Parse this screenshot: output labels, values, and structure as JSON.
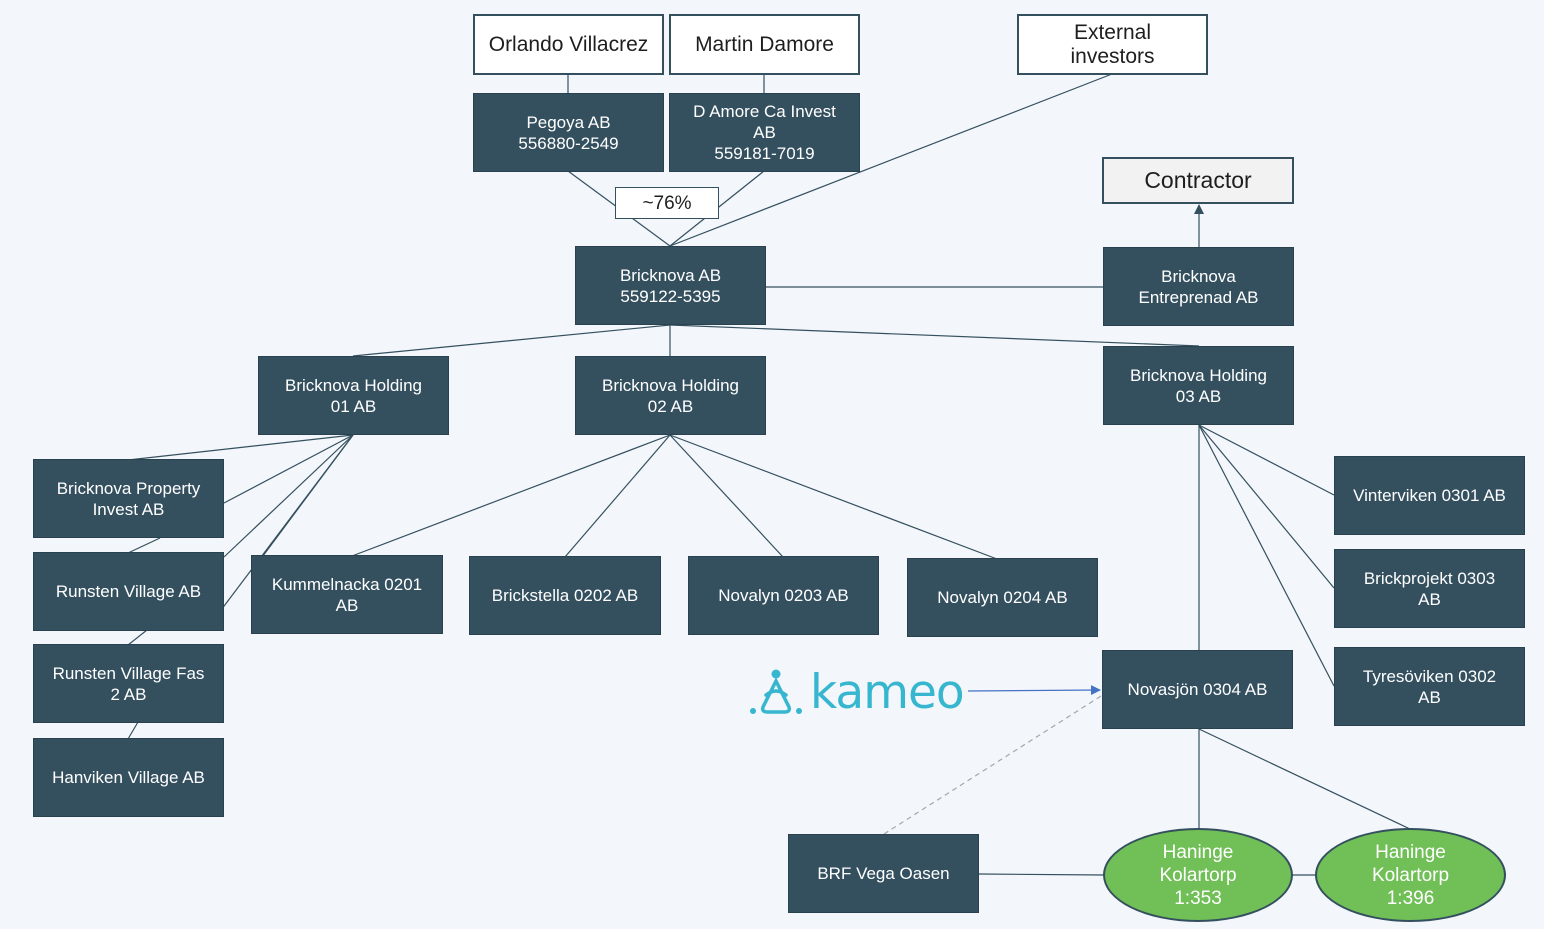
{
  "nodes": {
    "orlando": "Orlando Villacrez",
    "martin": "Martin Damore",
    "external": "External\ninvestors",
    "pegoya": "Pegoya AB\n556880-2549",
    "damore_invest": "D Amore Ca Invest\nAB\n559181-7019",
    "ownership_share": "~76%",
    "contractor": "Contractor",
    "bricknova_ab": "Bricknova AB\n559122-5395",
    "entreprenad": "Bricknova\nEntreprenad AB",
    "holding01": "Bricknova Holding\n01 AB",
    "holding02": "Bricknova Holding\n02 AB",
    "holding03": "Bricknova Holding\n03 AB",
    "property_invest": "Bricknova Property\nInvest AB",
    "runsten": "Runsten Village AB",
    "runsten_fas2": "Runsten Village Fas\n2 AB",
    "hanviken": "Hanviken Village AB",
    "kummelnacka": "Kummelnacka 0201\nAB",
    "brickstella": "Brickstella 0202 AB",
    "novalyn0203": "Novalyn 0203 AB",
    "novalyn0204": "Novalyn 0204 AB",
    "vinterviken": "Vinterviken 0301 AB",
    "brickprojekt": "Brickprojekt 0303\nAB",
    "tyresoviken": "Tyresöviken 0302\nAB",
    "novasjon": "Novasjön 0304 AB",
    "brf": "BRF Vega Oasen",
    "haninge353": "Haninge\nKolartorp\n1:353",
    "haninge396": "Haninge\nKolartorp\n1:396"
  },
  "logo": {
    "text": "kameo",
    "icon": "kameo-logo-icon",
    "color": "#36b6cf"
  },
  "colors": {
    "box": "#34505f",
    "line": "#34505f",
    "oval": "#71bf57",
    "arrow": "#4472c4",
    "dashed": "#a0a8b0"
  }
}
